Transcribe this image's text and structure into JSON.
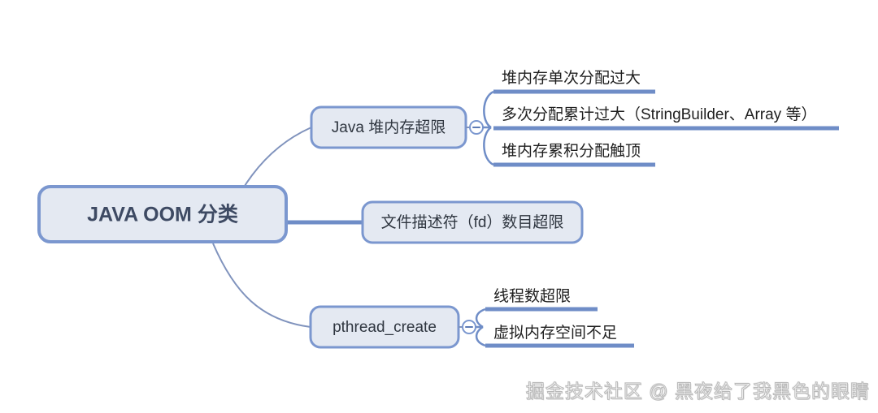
{
  "diagram": {
    "type": "mindmap",
    "title": "JAVA OOM 分类",
    "root": {
      "label": "JAVA OOM 分类"
    },
    "branches": [
      {
        "label": "Java 堆内存超限",
        "collapsible": true,
        "toggle_state": "expanded",
        "toggle_glyph": "minus",
        "children": [
          {
            "label": "堆内存单次分配过大"
          },
          {
            "label": "多次分配累计过大（StringBuilder、Array 等）"
          },
          {
            "label": "堆内存累积分配触顶"
          }
        ]
      },
      {
        "label": "文件描述符（fd）数目超限",
        "collapsible": false,
        "children": []
      },
      {
        "label": "pthread_create",
        "collapsible": true,
        "toggle_state": "expanded",
        "toggle_glyph": "minus",
        "children": [
          {
            "label": "线程数超限"
          },
          {
            "label": "虚拟内存空间不足"
          }
        ]
      }
    ]
  },
  "watermark": {
    "text": "掘金技术社区 @ 黑夜给了我黑色的眼睛"
  },
  "colors": {
    "node_fill": "#e4e9f2",
    "node_border": "#7b97cf",
    "connector": "#8093bd",
    "underline": "#6f8dc7",
    "root_text": "#3e4a63",
    "leaf_text": "#1f1f1f",
    "background": "#ffffff"
  }
}
